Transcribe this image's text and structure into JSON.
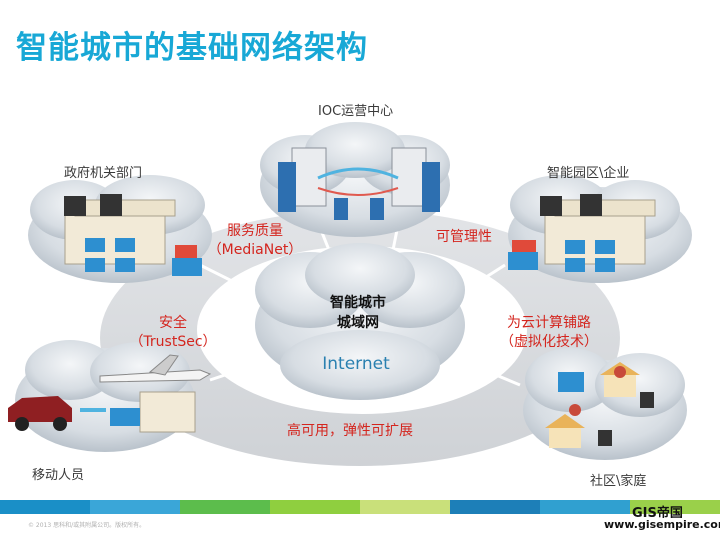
{
  "title": "智能城市的基础网络架构",
  "nodes": {
    "ioc": "IOC运营中心",
    "gov": "政府机关部门",
    "park": "智能园区\\企业",
    "mobile": "移动人员",
    "community": "社区\\家庭"
  },
  "core": {
    "line1": "智能城市",
    "line2": "城域网",
    "internet": "Internet"
  },
  "links": {
    "qos_line1": "服务质量",
    "qos_line2": "（MediaNet）",
    "manage": "可管理性",
    "security_line1": "安全",
    "security_line2": "（TrustSec）",
    "cloud_line1": "为云计算铺路",
    "cloud_line2": "（虚拟化技术）",
    "ha": "高可用，弹性可扩展"
  },
  "footer": {
    "copyright": "© 2013 思科和/或其附属公司。版权所有。"
  },
  "watermark": {
    "logo": "GIS帝国",
    "url": "www.gisempire.com"
  },
  "colors": {
    "title": "#18a8d6",
    "accent": "#d4261f",
    "strip": [
      "#1a8fc7",
      "#3aa6d8",
      "#5cbd4c",
      "#8fcf3f",
      "#c9e07a",
      "#1d7fb8",
      "#30a0d0",
      "#9ad04a"
    ]
  }
}
